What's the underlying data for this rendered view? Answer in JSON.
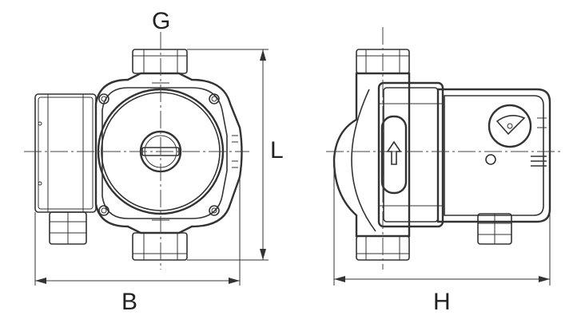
{
  "labels": {
    "g": "G",
    "l": "L",
    "b": "B",
    "h": "H"
  },
  "colors": {
    "line": "#333333",
    "background": "#ffffff"
  }
}
